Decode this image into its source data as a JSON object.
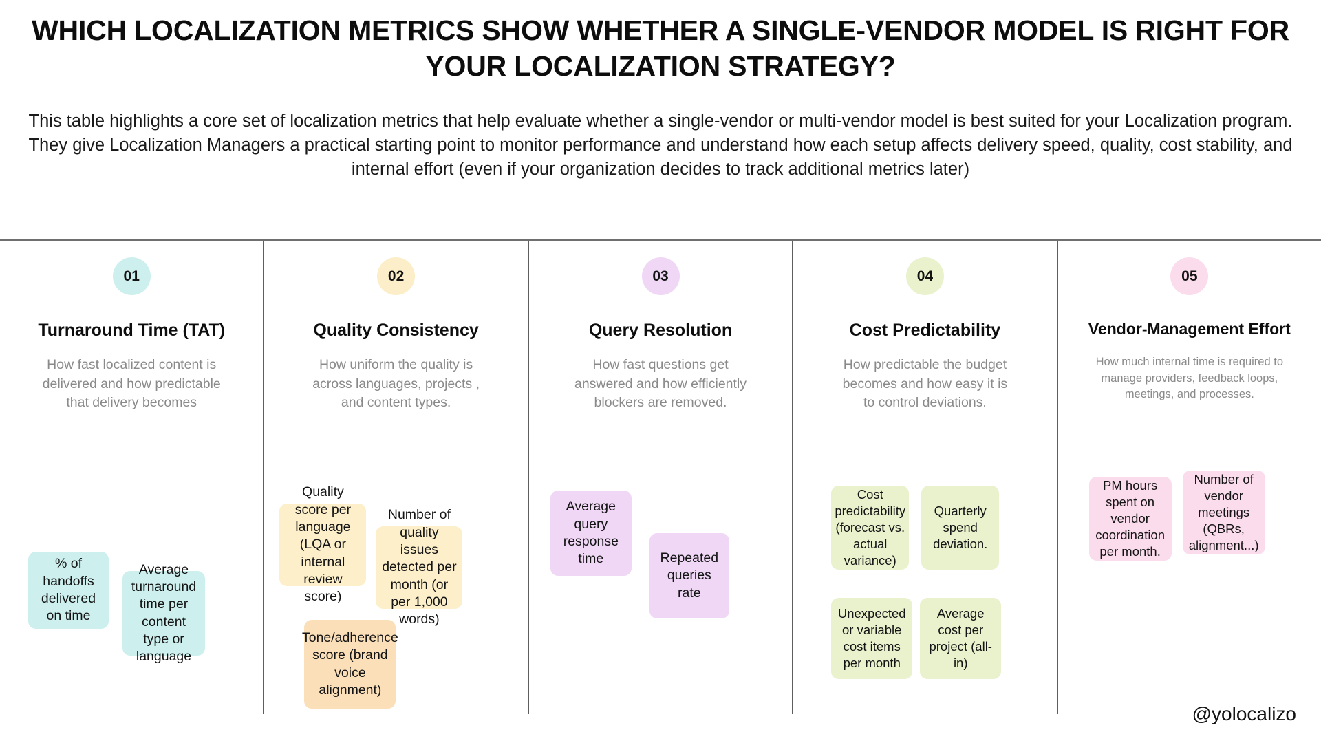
{
  "header": {
    "title": "WHICH LOCALIZATION METRICS SHOW WHETHER A SINGLE-VENDOR MODEL IS RIGHT FOR YOUR LOCALIZATION STRATEGY?",
    "subtitle": "This table highlights a core set of localization metrics that help evaluate whether a single-vendor or multi-vendor model is best suited for your Localization program. They give Localization Managers a practical starting point to monitor performance and understand how each setup affects delivery speed, quality, cost stability, and internal effort (even if your organization decides to track additional metrics later)"
  },
  "watermark": "@yolocalizo",
  "colors": {
    "column1": "#cdf0ef",
    "column2_badge": "#fceec8",
    "column2_chip": "#fcefc9",
    "column2_chip_alt": "#fbdfb8",
    "column3": "#f0d7f5",
    "column4": "#e9f2cd",
    "column5": "#fbdcec",
    "rule": "#6f6f6f",
    "divider": "#5e5e5e",
    "muted_text": "#8a8a8a"
  },
  "columns": [
    {
      "number": "01",
      "title": "Turnaround Time (TAT)",
      "description": "How fast localized content is delivered and how predictable that delivery becomes",
      "chips": [
        "% of handoffs delivered on time",
        "Average turnaround time per content type or language"
      ]
    },
    {
      "number": "02",
      "title": "Quality Consistency",
      "description": "How uniform the quality is across languages, projects , and content types.",
      "chips": [
        "Quality score per language (LQA or internal review score)",
        "Number of quality issues detected per month (or per 1,000 words)",
        "Tone/adherence score (brand voice alignment)"
      ]
    },
    {
      "number": "03",
      "title": "Query Resolution",
      "description": "How fast questions get answered and how efficiently blockers are removed.",
      "chips": [
        "Average query response time",
        "Repeated queries rate"
      ]
    },
    {
      "number": "04",
      "title": "Cost Predictability",
      "description": "How predictable the budget becomes and how easy it is to control deviations.",
      "chips": [
        "Cost predictability (forecast vs. actual variance)",
        "Quarterly spend deviation.",
        "Unexpected or variable cost items per month",
        "Average cost per project (all-in)"
      ]
    },
    {
      "number": "05",
      "title": "Vendor-Management Effort",
      "description": "How much internal time is required to manage providers, feedback loops, meetings, and processes.",
      "chips": [
        "PM hours spent on vendor coordination per month.",
        "Number of vendor meetings (QBRs, alignment...)"
      ]
    }
  ]
}
